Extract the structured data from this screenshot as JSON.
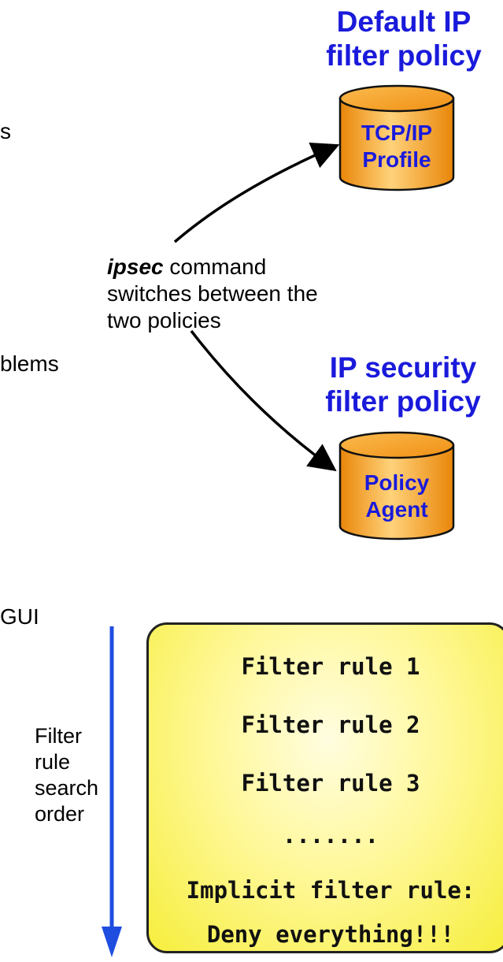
{
  "fragments": {
    "left_s": "s",
    "left_blems": "blems",
    "left_gui": "GUI"
  },
  "default_policy": {
    "title_line1": "Default IP",
    "title_line2": "filter policy",
    "label_line1": "TCP/IP",
    "label_line2": "Profile"
  },
  "security_policy": {
    "title_line1": "IP security",
    "title_line2": "filter policy",
    "label_line1": "Policy",
    "label_line2": "Agent"
  },
  "command_note": {
    "command": "ipsec",
    "line1_rest": " command",
    "line2": "switches between the",
    "line3": "two policies"
  },
  "search_order": {
    "line1": "Filter",
    "line2": "rule",
    "line3": "search",
    "line4": "order"
  },
  "rules": {
    "r1": "Filter rule 1",
    "r2": "Filter rule 2",
    "r3": "Filter rule 3",
    "dots": ".......",
    "implicit1": "Implicit filter rule:",
    "implicit2": "Deny everything!!!"
  },
  "colors": {
    "title_blue": "#1a1adb",
    "cylinder_orange": "#f7a21e",
    "arrow_blue": "#1f4de0",
    "box_yellow": "#f6ee3c"
  }
}
